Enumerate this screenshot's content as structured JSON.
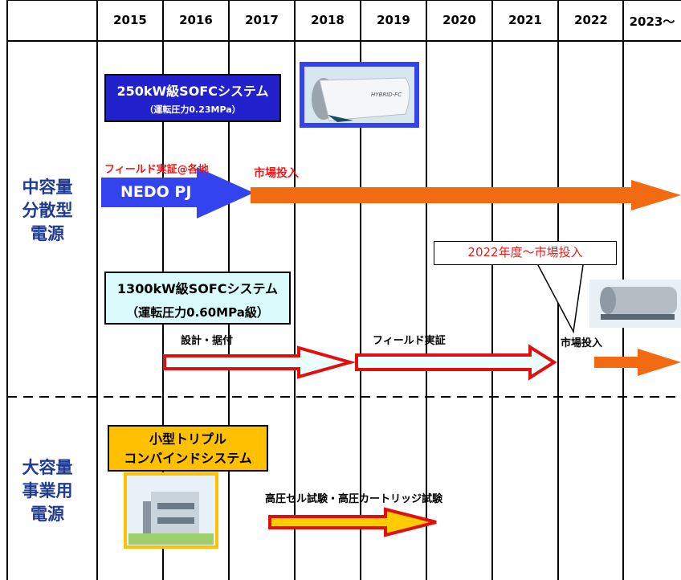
{
  "header": {
    "years": [
      "2015",
      "2016",
      "2017",
      "2018",
      "2019",
      "2020",
      "2021",
      "2022",
      "2023〜"
    ]
  },
  "rows": [
    {
      "category": [
        "中容量",
        "分散型",
        "電源"
      ],
      "systems": [
        {
          "title": "250kW級SOFCシステム",
          "subtitle": "（運転圧力0.23MPa）",
          "border_color": "#ffffff",
          "fill_color": "#2222cc"
        },
        {
          "title": "1300kW級SOFCシステム",
          "subtitle": "（運転圧力0.60MPa級）",
          "fill_color": "#d9fbfb"
        }
      ],
      "phases": {
        "field_demo_sites": "フィールド実証@各地",
        "project": "NEDO PJ",
        "market_launch": "市場投入",
        "design_install": "設計・据付",
        "field_demo": "フィールド実証",
        "market_launch_2022": "市場投入"
      },
      "callout": "2022年度～市場投入",
      "images": {
        "product_logo": "HYBRID-FC"
      }
    },
    {
      "category": [
        "大容量",
        "事業用",
        "電源"
      ],
      "systems": [
        {
          "title_lines": [
            "小型トリプル",
            "コンバインドシステム"
          ],
          "fill_color": "#ffc000"
        }
      ],
      "phases": {
        "tests": "高圧セル試験・高圧カートリッジ試験"
      }
    }
  ],
  "colors": {
    "nedo_arrow": "#3344ee",
    "market_arrow": "#f26b12",
    "outline_arrow_border": "#e01010",
    "outline_arrow_fill": "#ecffff",
    "yellow_arrow_fill": "#ffcc00",
    "label_red": "#e81c1c"
  }
}
